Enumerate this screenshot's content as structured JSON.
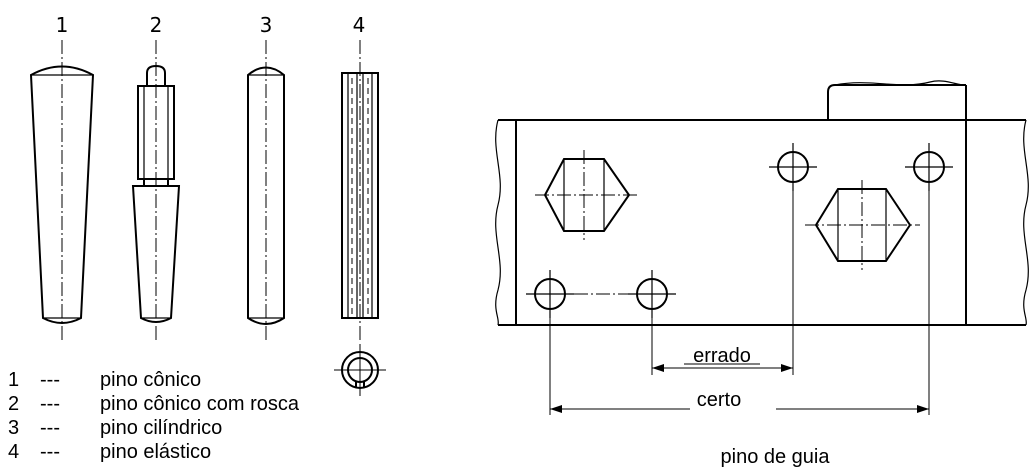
{
  "pins": {
    "numbers": [
      "1",
      "2",
      "3",
      "4"
    ]
  },
  "legend": [
    {
      "num": "1",
      "dash": "---",
      "text": "pino cônico"
    },
    {
      "num": "2",
      "dash": "---",
      "text": "pino cônico com rosca"
    },
    {
      "num": "3",
      "dash": "---",
      "text": "pino cilíndrico"
    },
    {
      "num": "4",
      "dash": "---",
      "text": "pino elástico"
    }
  ],
  "guide": {
    "wrong_label": "errado",
    "right_label": "certo",
    "caption": "pino de guia"
  }
}
